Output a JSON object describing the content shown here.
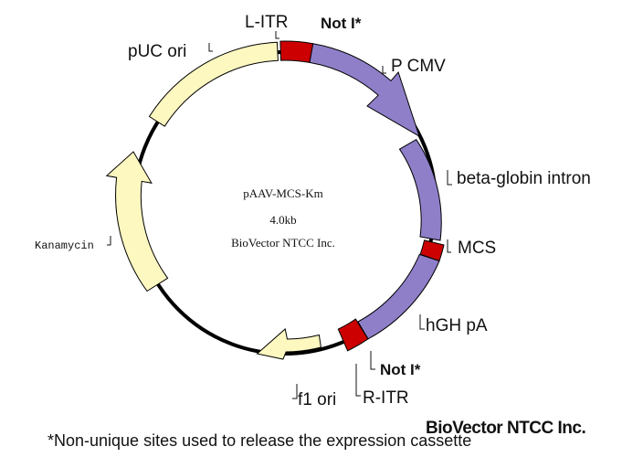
{
  "plasmid": {
    "name": "pAAV-MCS-Km",
    "size": "4.0kb",
    "company": "BioVector NTCC Inc."
  },
  "features": {
    "litr": "L-ITR",
    "noti_top": "Not I*",
    "pcmv": "P CMV",
    "beta_globin": "beta-globin intron",
    "mcs": "MCS",
    "hgh_pa": "hGH pA",
    "noti_bottom": "Not I*",
    "ritr": "R-ITR",
    "f1_ori": "f1 ori",
    "kanamycin": "Kanamycin",
    "puc_ori": "pUC ori"
  },
  "colors": {
    "cassette": "#8f7fc9",
    "restriction_site": "#cc0000",
    "backbone_feature": "#fdf7c0",
    "backbone_line": "#000000"
  },
  "footer": {
    "note": "*Non-unique sites used to release the expression cassette",
    "brand": "BioVector NTCC Inc."
  }
}
